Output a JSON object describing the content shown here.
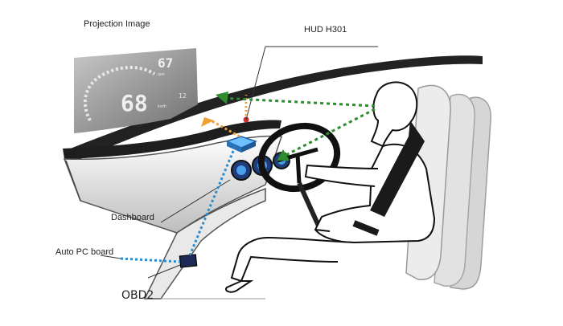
{
  "labels": {
    "projection_image": "Projection Image",
    "hud_device": "HUD H301",
    "dashboard": "Dashboard",
    "auto_pc_board": "Auto PC board",
    "obd2": "OBD2"
  },
  "hud_display": {
    "speed": "68",
    "rpm": "67",
    "rpm_caption": "rpm",
    "speed_unit": "km/h",
    "time": "12"
  },
  "colors": {
    "gaze_arrow": "#2e8b2e",
    "projection_arrow": "#f0a030",
    "data_cable": "#2b8ccc",
    "callout_line": "#333333",
    "car_body": "#222222",
    "seat_shadow": "#c8c8c8"
  }
}
